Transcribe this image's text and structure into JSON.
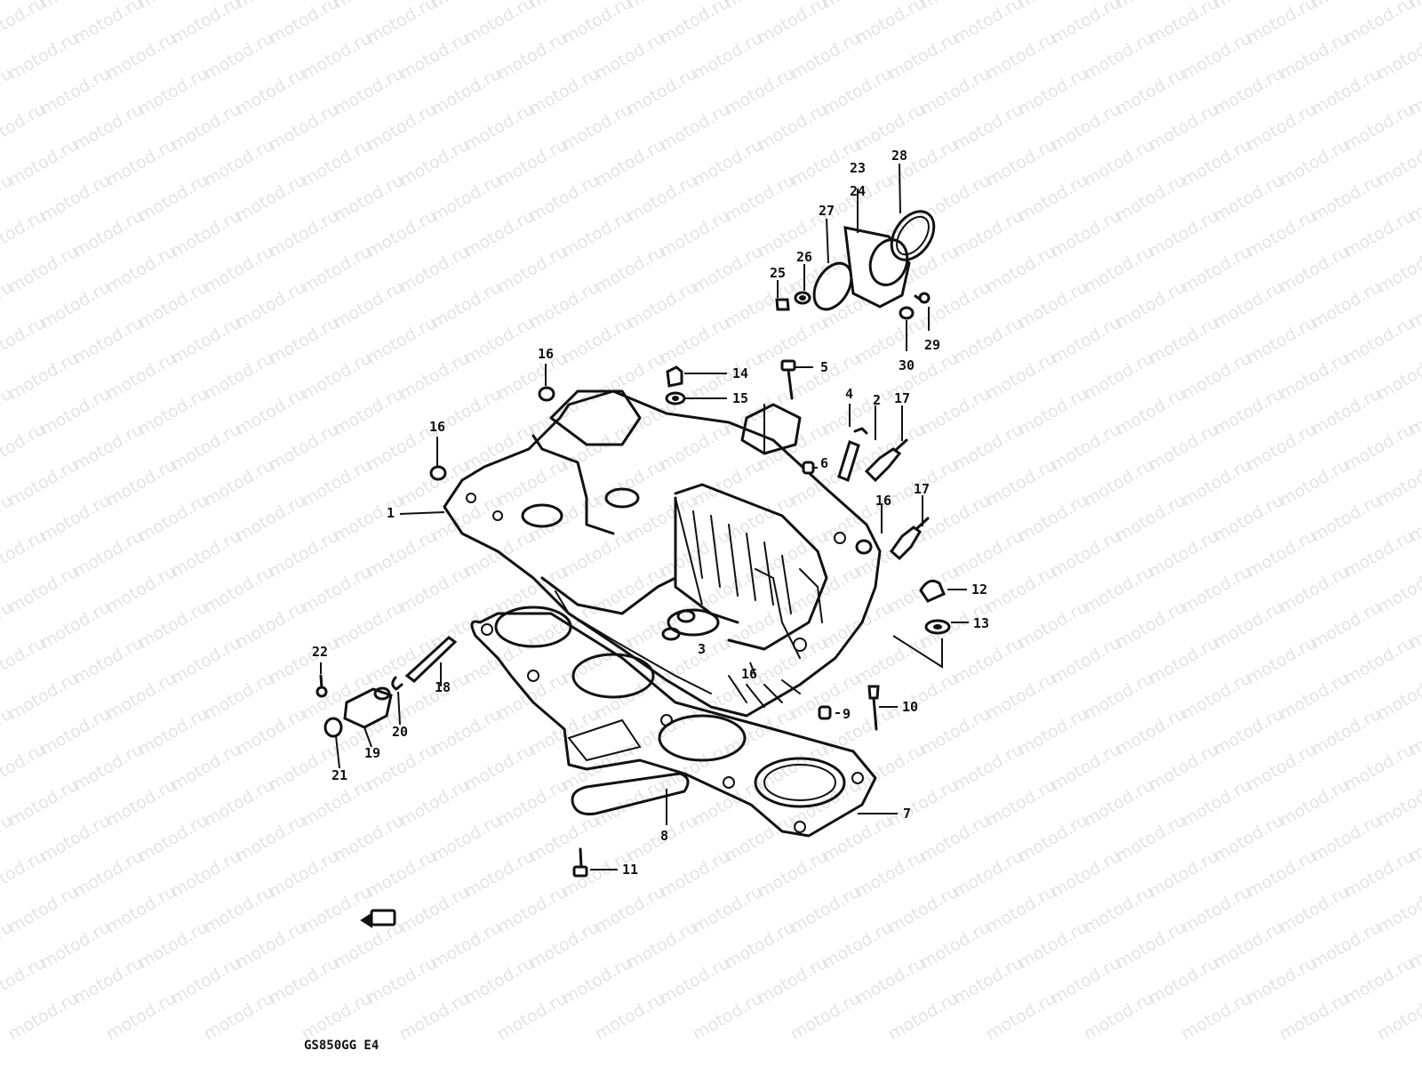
{
  "watermark": {
    "text": "motod.ru",
    "color": "#e4e4e4"
  },
  "diagram": {
    "code": "GS850GG E4",
    "callouts": [
      {
        "id": "c1",
        "label": "1"
      },
      {
        "id": "c2",
        "label": "2"
      },
      {
        "id": "c3",
        "label": "3"
      },
      {
        "id": "c4",
        "label": "4"
      },
      {
        "id": "c5",
        "label": "5"
      },
      {
        "id": "c6",
        "label": "6"
      },
      {
        "id": "c7",
        "label": "7"
      },
      {
        "id": "c8",
        "label": "8"
      },
      {
        "id": "c9",
        "label": "9"
      },
      {
        "id": "c10",
        "label": "10"
      },
      {
        "id": "c11",
        "label": "11"
      },
      {
        "id": "c12",
        "label": "12"
      },
      {
        "id": "c13",
        "label": "13"
      },
      {
        "id": "c14",
        "label": "14"
      },
      {
        "id": "c15",
        "label": "15"
      },
      {
        "id": "c16a",
        "label": "16"
      },
      {
        "id": "c16b",
        "label": "16"
      },
      {
        "id": "c16c",
        "label": "16"
      },
      {
        "id": "c16d",
        "label": "16"
      },
      {
        "id": "c17a",
        "label": "17"
      },
      {
        "id": "c17b",
        "label": "17"
      },
      {
        "id": "c18",
        "label": "18"
      },
      {
        "id": "c19",
        "label": "19"
      },
      {
        "id": "c20",
        "label": "20"
      },
      {
        "id": "c21",
        "label": "21"
      },
      {
        "id": "c22",
        "label": "22"
      },
      {
        "id": "c23",
        "label": "23"
      },
      {
        "id": "c24",
        "label": "24"
      },
      {
        "id": "c25",
        "label": "25"
      },
      {
        "id": "c26",
        "label": "26"
      },
      {
        "id": "c27",
        "label": "27"
      },
      {
        "id": "c28",
        "label": "28"
      },
      {
        "id": "c29",
        "label": "29"
      },
      {
        "id": "c30",
        "label": "30"
      }
    ]
  }
}
